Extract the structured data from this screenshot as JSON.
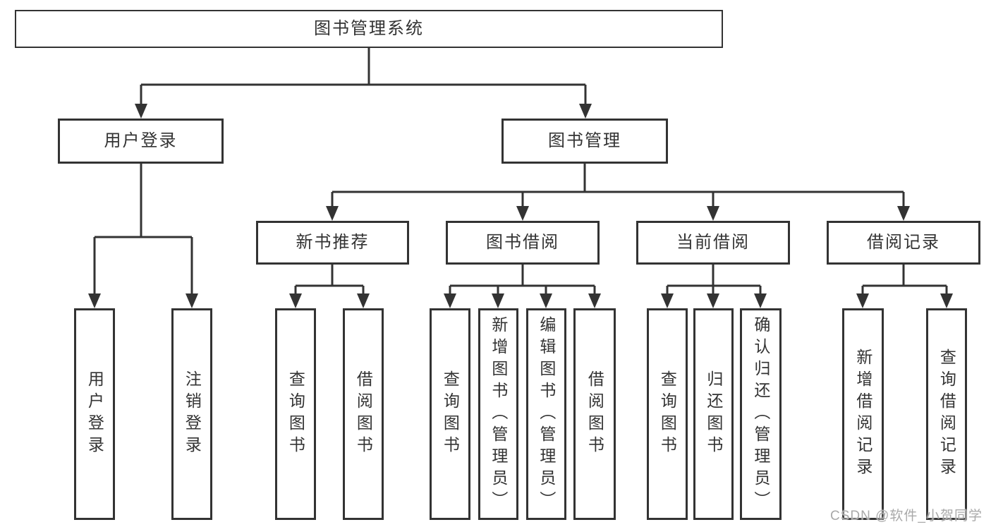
{
  "diagram": {
    "tree": {
      "label": "图书管理系统",
      "children": [
        {
          "label": "用户登录",
          "children": [
            {
              "label": "用户登录"
            },
            {
              "label": "注销登录"
            }
          ]
        },
        {
          "label": "图书管理",
          "children": [
            {
              "label": "新书推荐",
              "children": [
                {
                  "label": "查询图书"
                },
                {
                  "label": "借阅图书"
                }
              ]
            },
            {
              "label": "图书借阅",
              "children": [
                {
                  "label": "查询图书"
                },
                {
                  "label": "新增图书（管理员）"
                },
                {
                  "label": "编辑图书（管理员）"
                },
                {
                  "label": "借阅图书"
                }
              ]
            },
            {
              "label": "当前借阅",
              "children": [
                {
                  "label": "查询图书"
                },
                {
                  "label": "归还图书"
                },
                {
                  "label": "确认归还（管理员）"
                }
              ]
            },
            {
              "label": "借阅记录",
              "children": [
                {
                  "label": "新增借阅记录"
                },
                {
                  "label": "查询借阅记录"
                }
              ]
            }
          ]
        }
      ]
    },
    "colors": {
      "line": "#333333",
      "text": "#333333",
      "node_fill": "#ffffff",
      "background": "#ffffff"
    }
  },
  "watermark": {
    "text": "CSDN @软件_小贺同学",
    "color": "#a9a9a9"
  }
}
